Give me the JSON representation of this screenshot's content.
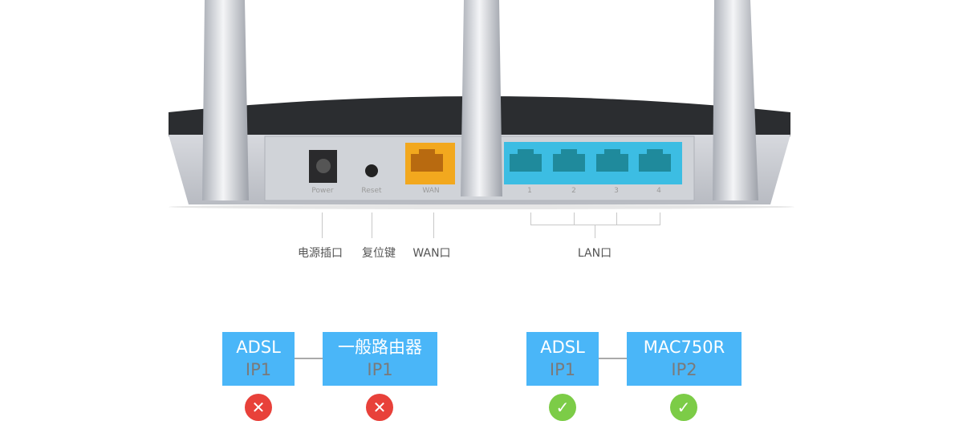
{
  "router": {
    "panel_labels": {
      "power": "Power",
      "reset": "Reset",
      "wan": "WAN",
      "lan": [
        "1",
        "2",
        "3",
        "4"
      ]
    },
    "colors": {
      "wan_port": "#f2a81e",
      "lan_ports": "#3cbde3",
      "body": "#2b2d30",
      "panel": "#c9ccd2"
    }
  },
  "callouts": {
    "power": "电源插口",
    "reset": "复位键",
    "wan": "WAN口",
    "lan": "LAN口"
  },
  "comparison": {
    "wrong": {
      "left": {
        "name": "ADSL",
        "ip": "IP1",
        "status": "cross-icon"
      },
      "right": {
        "name": "一般路由器",
        "ip": "IP1",
        "status": "cross-icon"
      }
    },
    "right": {
      "left": {
        "name": "ADSL",
        "ip": "IP1",
        "status": "check-icon"
      },
      "right": {
        "name": "MAC750R",
        "ip": "IP2",
        "status": "check-icon"
      }
    },
    "colors": {
      "box": "#4ab6f8",
      "cross": "#e8413a",
      "check": "#7ccc47"
    }
  }
}
